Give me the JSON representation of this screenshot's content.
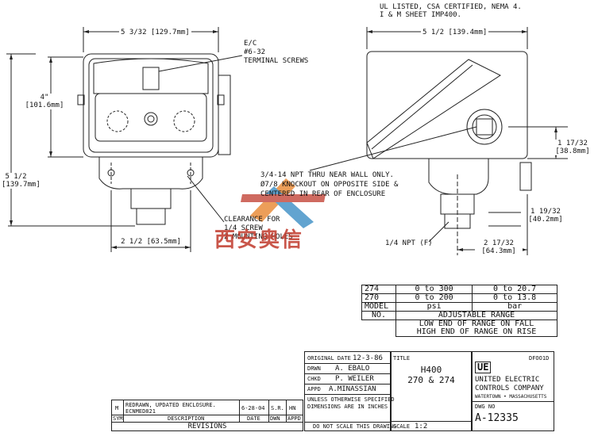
{
  "header": {
    "note_line1": "UL LISTED, CSA CERTIFIED, NEMA 4.",
    "note_line2": "I & M SHEET IMP400."
  },
  "front_view": {
    "width_label": "5 3/32 [129.7mm]",
    "height_label": "4\" [101.6mm]",
    "total_height_label": "5 1/2 [139.7mm]",
    "terminal_label_1": "E/C",
    "terminal_label_2": "#6-32",
    "terminal_label_3": "TERMINAL SCREWS",
    "hole_spacing_label": "2 1/2 [63.5mm]",
    "clearance_1": "CLEARANCE FOR",
    "clearance_2": "1/4 SCREW",
    "clearance_3": "2 MOUNTING HOLES"
  },
  "side_view": {
    "width_label": "5 1/2 [139.4mm]",
    "conduit_1": "3/4-14 NPT THRU NEAR WALL ONLY.",
    "conduit_2": "Ø7/8 KNOCKOUT ON OPPOSITE SIDE &",
    "conduit_3": "CENTERED IN REAR OF ENCLOSURE",
    "height_label": "1 17/32 [38.8mm]",
    "offset_label": "1 19/32 [40.2mm]",
    "depth_label": "2 17/32 [64.3mm]",
    "npt_label": "1/4 NPT (F)"
  },
  "watermark": "西安奥信",
  "range_table": {
    "rows": [
      {
        "model": "274",
        "psi": "0 to 300",
        "bar": "0 to 20.7"
      },
      {
        "model": "270",
        "psi": "0 to 200",
        "bar": "0 to 13.8"
      }
    ],
    "unit_psi": "psi",
    "unit_bar": "bar",
    "model_label": "MODEL",
    "no_label": "NO.",
    "adjustable": "ADJUSTABLE RANGE",
    "low_end": "LOW END OF RANGE ON FALL",
    "high_end": "HIGH END OF RANGE ON RISE"
  },
  "title_block": {
    "original_date_label": "ORIGINAL DATE",
    "original_date": "12-3-86",
    "drwn_label": "DRWN",
    "drwn": "A. EBALO",
    "chkd_label": "CHKD",
    "chkd": "P. WEILER",
    "appd_label": "APPD",
    "appd": "A.MINASSIAN",
    "dims_note_1": "UNLESS OTHERWISE SPECIFIED",
    "dims_note_2": "DIMENSIONS ARE IN INCHES",
    "no_scale": "DO NOT SCALE THIS DRAWING",
    "title_label": "TITLE",
    "title_1": "H400",
    "title_2": "270 & 274",
    "scale_label": "SCALE",
    "scale": "1:2",
    "code": "DFOO1D",
    "logo": "UE",
    "company_1": "UNITED ELECTRIC",
    "company_2": "CONTROLS COMPANY",
    "company_3": "WATERTOWN • MASSACHUSETTS",
    "dwg_label": "DWG NO",
    "dwg_no": "A-12335"
  },
  "revisions": {
    "row": {
      "sym": "M",
      "desc_1": "REDRAWN, UPDATED ENCLOSURE.",
      "desc_2": "ECNMED821",
      "date": "6-28-04",
      "dwn": "S.R.",
      "appd": "HN"
    },
    "hdr_sym": "SYM",
    "hdr_desc": "DESCRIPTION",
    "hdr_date": "DATE",
    "hdr_dwn": "DWN",
    "hdr_appd": "APPD",
    "title": "REVISIONS"
  }
}
